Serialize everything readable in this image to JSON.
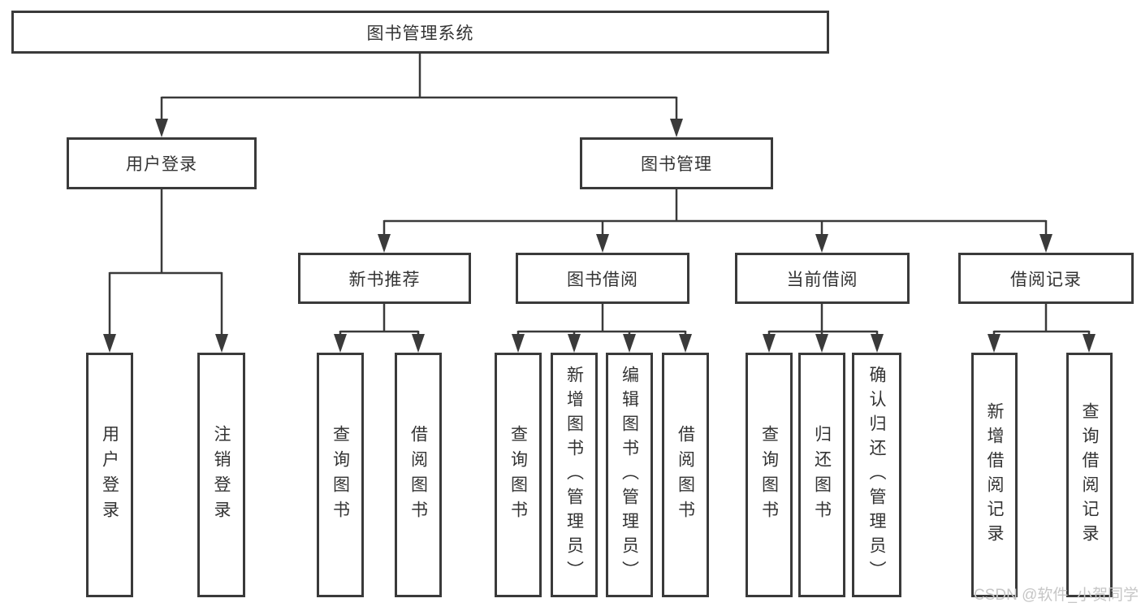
{
  "diagram_title": "图书管理系统",
  "tree": {
    "root": {
      "label": "图书管理系统",
      "children": [
        {
          "label": "用户登录",
          "children": [
            {
              "label": "用户登录"
            },
            {
              "label": "注销登录"
            }
          ]
        },
        {
          "label": "图书管理",
          "children": [
            {
              "label": "新书推荐",
              "children": [
                {
                  "label": "查询图书"
                },
                {
                  "label": "借阅图书"
                }
              ]
            },
            {
              "label": "图书借阅",
              "children": [
                {
                  "label": "查询图书"
                },
                {
                  "label": "新增图书（管理员）"
                },
                {
                  "label": "编辑图书（管理员）"
                },
                {
                  "label": "借阅图书"
                }
              ]
            },
            {
              "label": "当前借阅",
              "children": [
                {
                  "label": "查询图书"
                },
                {
                  "label": "归还图书"
                },
                {
                  "label": "确认归还（管理员）"
                }
              ]
            },
            {
              "label": "借阅记录",
              "children": [
                {
                  "label": "新增借阅记录"
                },
                {
                  "label": "查询借阅记录"
                }
              ]
            }
          ]
        }
      ]
    }
  },
  "watermark": {
    "text": "CSDN @软件_小贺同学"
  },
  "colors": {
    "line": "#3a3a3a",
    "box_border": "#3a3a3a",
    "text": "#333333",
    "watermark": "#c6c6c6",
    "background": "#ffffff"
  }
}
